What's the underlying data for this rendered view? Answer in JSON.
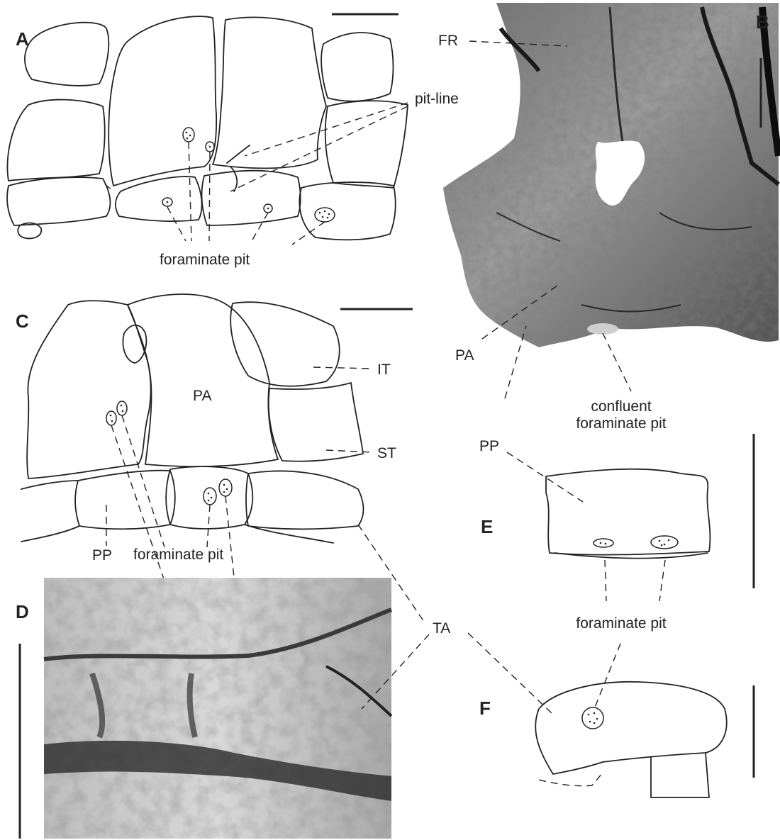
{
  "panels": {
    "a": {
      "letter": "A",
      "labels": {
        "pit_line": "pit-line",
        "foraminate_pit": "foraminate pit"
      }
    },
    "b": {
      "letter": "B",
      "labels": {
        "fr": "FR",
        "pa": "PA",
        "confluent_line1": "confluent",
        "confluent_line2": "foraminate pit"
      }
    },
    "c": {
      "letter": "C",
      "labels": {
        "pa": "PA",
        "it": "IT",
        "st": "ST",
        "pp": "PP",
        "foraminate_pit": "foraminate pit"
      }
    },
    "d": {
      "letter": "D"
    },
    "e": {
      "letter": "E",
      "labels": {
        "pp": "PP",
        "foraminate_pit": "foraminate pit"
      }
    },
    "f": {
      "letter": "F",
      "labels": {
        "ta": "TA"
      }
    }
  },
  "colors": {
    "ink": "#222222",
    "paper": "#ffffff",
    "photo_dark": "#3a3a3a",
    "photo_light": "#d8d8d8"
  }
}
